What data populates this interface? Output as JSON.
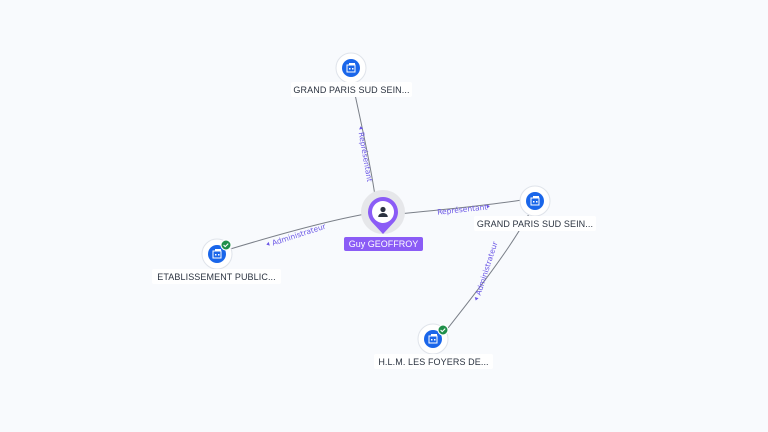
{
  "person": {
    "name": "Guy GEOFFROY",
    "icon": "person-icon",
    "color": "#8b5cf6"
  },
  "companies": [
    {
      "id": "top",
      "label": "GRAND PARIS SUD SEIN...",
      "icon": "building-icon",
      "verified": false
    },
    {
      "id": "right",
      "label": "GRAND PARIS SUD SEIN...",
      "icon": "building-icon",
      "verified": false
    },
    {
      "id": "left",
      "label": "ETABLISSEMENT PUBLIC...",
      "icon": "building-icon",
      "verified": true
    },
    {
      "id": "bottom",
      "label": "H.L.M. LES FOYERS DE...",
      "icon": "building-icon",
      "verified": true
    }
  ],
  "edges": [
    {
      "from": "person",
      "to": "top",
      "label": "Représentant"
    },
    {
      "from": "person",
      "to": "right",
      "label": "Représentant"
    },
    {
      "from": "person",
      "to": "left",
      "label": "Administrateur"
    },
    {
      "from": "right",
      "to": "bottom",
      "label": "Administrateur"
    }
  ],
  "colors": {
    "accent": "#6b57e6",
    "node": "#1a66ea",
    "verified": "#1f8f4a",
    "background": "#f8fafd"
  }
}
